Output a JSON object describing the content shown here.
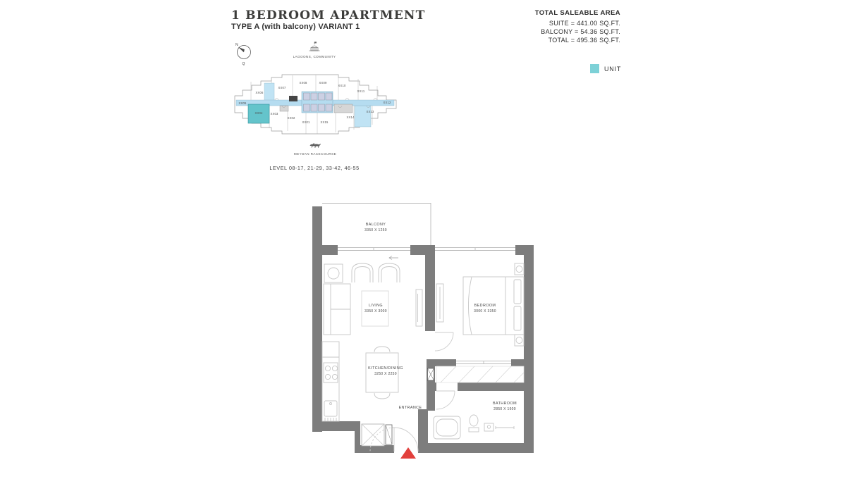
{
  "header": {
    "title": "1 BEDROOM APARTMENT",
    "subtitle": "TYPE A (with balcony) VARIANT 1"
  },
  "area_summary": {
    "heading": "TOTAL SALEABLE AREA",
    "suite": "SUITE = 441.00 SQ.FT.",
    "balcony": "BALCONY = 54.36 SQ.FT.",
    "total": "TOTAL = 495.36 SQ.FT."
  },
  "legend": {
    "unit_label": "UNIT"
  },
  "keyplan": {
    "context_top": "LAGOONS, COMMUNITY",
    "context_bottom": "MEYDAN RACECOURSE",
    "levels": "LEVEL 08-17, 21-29, 33-42, 46-55",
    "compass": {
      "n": "N",
      "q": "Q"
    },
    "highlighted_unit": "XX04",
    "units": [
      {
        "label": "XX01"
      },
      {
        "label": "XX02"
      },
      {
        "label": "XX03"
      },
      {
        "label": "XX04"
      },
      {
        "label": "XX05"
      },
      {
        "label": "XX06"
      },
      {
        "label": "XX07"
      },
      {
        "label": "XX08"
      },
      {
        "label": "XX09"
      },
      {
        "label": "XX10"
      },
      {
        "label": "XX11"
      },
      {
        "label": "XX12"
      },
      {
        "label": "XX13"
      },
      {
        "label": "XX14"
      },
      {
        "label": "XX15"
      }
    ]
  },
  "floor_plan": {
    "rooms": {
      "balcony": {
        "name": "BALCONY",
        "dims": "3350 X 1250"
      },
      "living": {
        "name": "LIVING",
        "dims": "3350 X 3000"
      },
      "bedroom": {
        "name": "BEDROOM",
        "dims": "3000 X 3350"
      },
      "kitchen": {
        "name": "KITCHEN/DINING",
        "dims": "3250 X 2250"
      },
      "bathroom": {
        "name": "BATHROOM",
        "dims": "2850 X 1600"
      },
      "entrance": {
        "name": "ENTRANCE"
      }
    }
  },
  "colors": {
    "unit_teal": "#64c4cb",
    "legend_teal": "#7dd1d7",
    "secondary_blue": "#c0e3f4",
    "corridor_blue": "#b5dcf0",
    "core_lavender": "#ccd0e3",
    "wall_gray": "#7d7d7d",
    "marker_red": "#e2403c"
  }
}
